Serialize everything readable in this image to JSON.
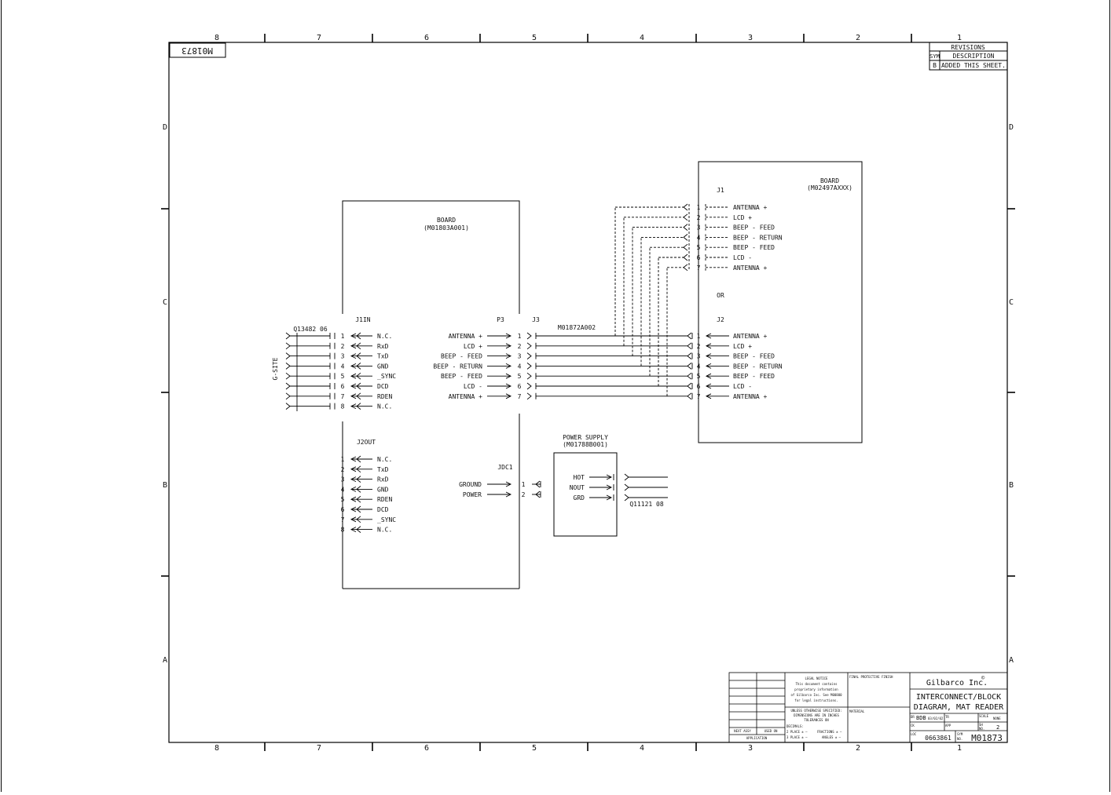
{
  "drawing_id_rotated": "M01873",
  "zone_numbers": [
    "8",
    "7",
    "6",
    "5",
    "4",
    "3",
    "2",
    "1"
  ],
  "zone_letters": [
    "D",
    "C",
    "B",
    "A"
  ],
  "revisions": {
    "title": "REVISIONS",
    "sym_header": "SYM",
    "desc_header": "DESCRIPTION",
    "rows": [
      {
        "sym": "B",
        "desc": "ADDED THIS SHEET."
      }
    ]
  },
  "board_left": {
    "title": "BOARD",
    "part": "(M01803A001)"
  },
  "board_right": {
    "title": "BOARD",
    "part": "(M02497AXXX)"
  },
  "power_supply": {
    "title": "POWER SUPPLY",
    "part": "(M01788B001)",
    "pins": [
      "HOT",
      "NOUT",
      "GRD"
    ]
  },
  "connectors": {
    "j1in": "J1IN",
    "j2out": "J2OUT",
    "p3": "P3",
    "j3": "J3",
    "jdc1": "JDC1",
    "j1": "J1",
    "j2": "J2",
    "or_label": "OR",
    "cable": "M01872A002",
    "gsite_cable": "Q13482 06",
    "gsite": "G-SITE",
    "power_cable": "Q11121 08"
  },
  "j1in_pins": [
    {
      "num": "1",
      "label": "N.C."
    },
    {
      "num": "2",
      "label": "RxD"
    },
    {
      "num": "3",
      "label": "TxD"
    },
    {
      "num": "4",
      "label": "GND"
    },
    {
      "num": "5",
      "label": "_SYNC"
    },
    {
      "num": "6",
      "label": "DCD"
    },
    {
      "num": "7",
      "label": "RDEN"
    },
    {
      "num": "8",
      "label": "N.C."
    }
  ],
  "j2out_pins": [
    {
      "num": "1",
      "label": "N.C."
    },
    {
      "num": "2",
      "label": "TxD"
    },
    {
      "num": "3",
      "label": "RxD"
    },
    {
      "num": "4",
      "label": "GND"
    },
    {
      "num": "5",
      "label": "RDEN"
    },
    {
      "num": "6",
      "label": "DCD"
    },
    {
      "num": "7",
      "label": "_SYNC"
    },
    {
      "num": "8",
      "label": "N.C."
    }
  ],
  "p3_pins": [
    {
      "num": "1",
      "label": "ANTENNA +"
    },
    {
      "num": "2",
      "label": "LCD +"
    },
    {
      "num": "3",
      "label": "BEEP - FEED"
    },
    {
      "num": "4",
      "label": "BEEP - RETURN"
    },
    {
      "num": "5",
      "label": "BEEP - FEED"
    },
    {
      "num": "6",
      "label": "LCD -"
    },
    {
      "num": "7",
      "label": "ANTENNA +"
    }
  ],
  "j1_pins": [
    {
      "num": "1",
      "label": "ANTENNA +"
    },
    {
      "num": "2",
      "label": "LCD +"
    },
    {
      "num": "3",
      "label": "BEEP - FEED"
    },
    {
      "num": "4",
      "label": "BEEP - RETURN"
    },
    {
      "num": "5",
      "label": "BEEP - FEED"
    },
    {
      "num": "6",
      "label": "LCD -"
    },
    {
      "num": "7",
      "label": "ANTENNA +"
    }
  ],
  "j2_pins": [
    {
      "num": "1",
      "label": "ANTENNA +"
    },
    {
      "num": "2",
      "label": "LCD +"
    },
    {
      "num": "3",
      "label": "BEEP - FEED"
    },
    {
      "num": "4",
      "label": "BEEP - RETURN"
    },
    {
      "num": "5",
      "label": "BEEP - FEED"
    },
    {
      "num": "6",
      "label": "LCD -"
    },
    {
      "num": "7",
      "label": "ANTENNA +"
    }
  ],
  "jdc1_pins": [
    {
      "num": "1",
      "label": "GROUND"
    },
    {
      "num": "2",
      "label": "POWER"
    }
  ],
  "title_block": {
    "company": "Gilbarco Inc.",
    "copyright": "©",
    "title_line1": "INTERCONNECT/BLOCK",
    "title_line2": "DIAGRAM, MAT READER",
    "legal_lines": [
      "LEGAL NOTICE",
      "This document contains",
      "proprietary information",
      "of Gilbarco Inc. See M00800",
      "for legal instructions."
    ],
    "finish_label": "FINAL PROTECTIVE FINISH",
    "material_label": "MATERIAL",
    "unless_lines": [
      "UNLESS OTHERWISE SPECIFIED:",
      "DIMENSIONS ARE IN INCHES",
      "TOLERANCES ON"
    ],
    "decimals": "DECIMALS:",
    "tol_2place": "2 PLACE ± —",
    "tol_3place": "3 PLACE ± —",
    "tol_fractions": "FRACTIONS ± —",
    "tol_angles": "ANGLES ± —",
    "next_assy": "NEXT ASSY",
    "used_on": "USED ON",
    "application": "APPLICATION",
    "dr_label": "DR",
    "dr_value": "BDB",
    "dr_date": "03/02/02",
    "ck_label": "CK",
    "tr_label": "TR",
    "app_label": "APP",
    "scale_label": "SCALE",
    "scale_value": "NONE",
    "sh_label": "SH",
    "no_label": "NO.",
    "sheet_no": "2",
    "loc_label": "LOC",
    "loc_value": "0663861",
    "sym_label": "SYM",
    "drawing_no": "M01873"
  }
}
